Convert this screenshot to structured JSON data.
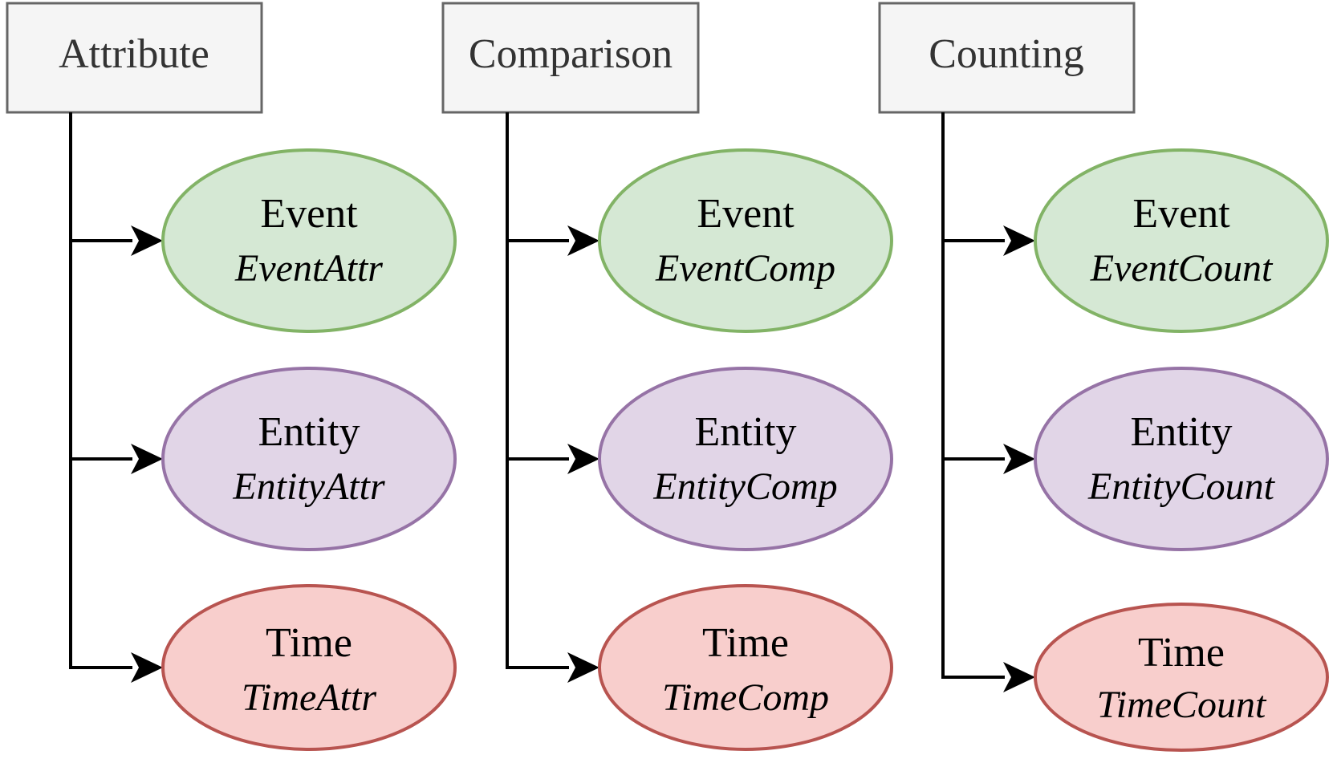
{
  "colors": {
    "category_fill": "#f5f5f5",
    "category_stroke": "#666666",
    "event_fill": "#d5e8d4",
    "event_stroke": "#82b366",
    "entity_fill": "#e1d5e7",
    "entity_stroke": "#9673a6",
    "time_fill": "#f8cecc",
    "time_stroke": "#b85450",
    "connector": "#000000"
  },
  "columns": [
    {
      "category": "Attribute",
      "nodes": [
        {
          "kind": "event",
          "title": "Event",
          "subtitle": "EventAttr"
        },
        {
          "kind": "entity",
          "title": "Entity",
          "subtitle": "EntityAttr"
        },
        {
          "kind": "time",
          "title": "Time",
          "subtitle": "TimeAttr"
        }
      ]
    },
    {
      "category": "Comparison",
      "nodes": [
        {
          "kind": "event",
          "title": "Event",
          "subtitle": "EventComp"
        },
        {
          "kind": "entity",
          "title": "Entity",
          "subtitle": "EntityComp"
        },
        {
          "kind": "time",
          "title": "Time",
          "subtitle": "TimeComp"
        }
      ]
    },
    {
      "category": "Counting",
      "nodes": [
        {
          "kind": "event",
          "title": "Event",
          "subtitle": "EventCount"
        },
        {
          "kind": "entity",
          "title": "Entity",
          "subtitle": "EntityCount"
        },
        {
          "kind": "time",
          "title": "Time",
          "subtitle": "TimeCount"
        }
      ]
    }
  ]
}
